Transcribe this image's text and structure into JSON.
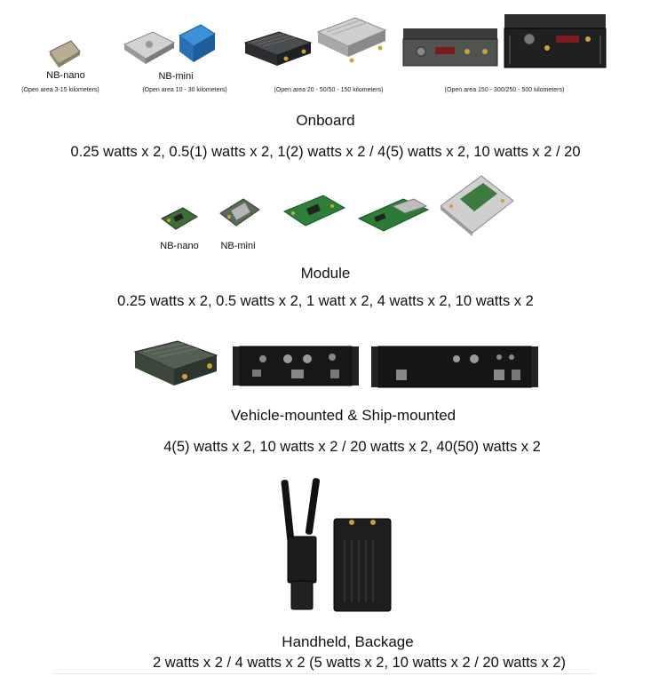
{
  "onboard": {
    "nb_nano_label": "NB-nano",
    "nb_nano_range": "(Open area 3-15 kilometers)",
    "nb_mini_label": "NB-mini",
    "nb_mini_range": "(Open area 10 - 30 kilometers)",
    "mid_range": "(Open area 20 - 50/50 - 150 kilometers)",
    "long_range": "(Open area 150 - 300/250 - 500 kilometers)",
    "heading": "Onboard",
    "power": "0.25 watts x 2, 0.5(1) watts x 2, 1(2) watts x 2 / 4(5) watts x 2, 10 watts x 2 / 20"
  },
  "module": {
    "nb_nano_label": "NB-nano",
    "nb_mini_label": "NB-mini",
    "heading": "Module",
    "power": "0.25 watts x 2, 0.5 watts x 2, 1 watt x 2, 4 watts x 2, 10 watts x 2"
  },
  "vehicle": {
    "heading": "Vehicle-mounted & Ship-mounted",
    "power": "4(5) watts x 2, 10 watts x 2 / 20 watts x 2, 40(50) watts x 2"
  },
  "handheld": {
    "heading": "Handheld, Backage",
    "power": "2 watts x 2 / 4 watts x 2 (5 watts x 2, 10 watts x 2 / 20 watts x 2)"
  }
}
